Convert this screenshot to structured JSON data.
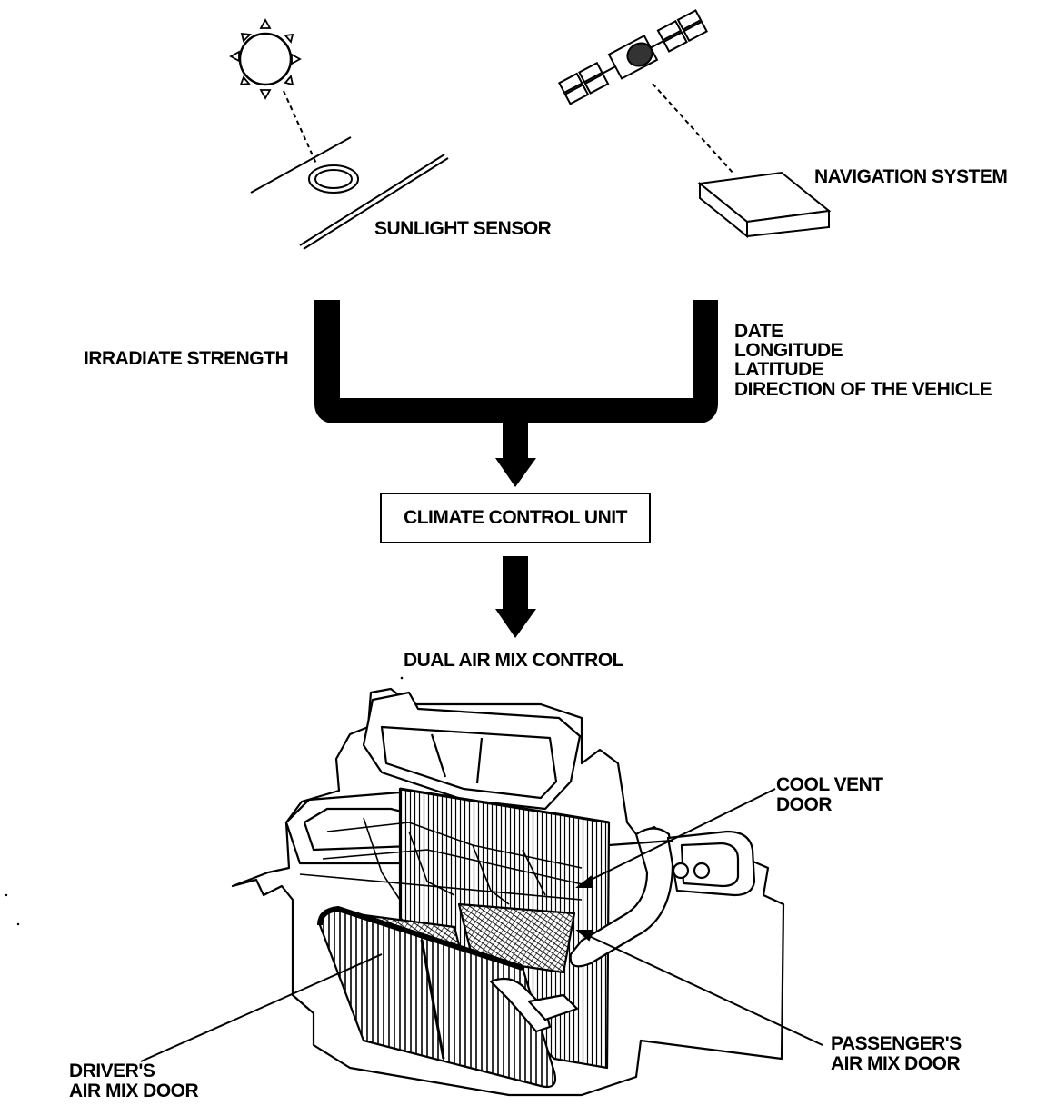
{
  "labels": {
    "sunlight_sensor": "SUNLIGHT SENSOR",
    "navigation_system": "NAVIGATION SYSTEM",
    "irradiate_strength": "IRRADIATE STRENGTH",
    "nav_inputs": [
      "DATE",
      "LONGITUDE",
      "LATITUDE",
      "DIRECTION OF THE VEHICLE"
    ],
    "climate_control_unit": "CLIMATE CONTROL UNIT",
    "dual_air_mix_control": "DUAL AIR MIX CONTROL",
    "cool_vent_door": [
      "COOL VENT",
      "DOOR"
    ],
    "passengers_air_mix_door": [
      "PASSENGER'S",
      "AIR MIX DOOR"
    ],
    "drivers_air_mix_door": [
      "DRIVER'S",
      "AIR MIX DOOR"
    ]
  },
  "icons": {
    "sun": "sun-icon",
    "satellite": "satellite-icon",
    "navigation_unit": "navigation-unit-box",
    "hvac_unit": "hvac-unit-illustration"
  },
  "colors": {
    "ink": "#000000",
    "paper": "#ffffff"
  }
}
